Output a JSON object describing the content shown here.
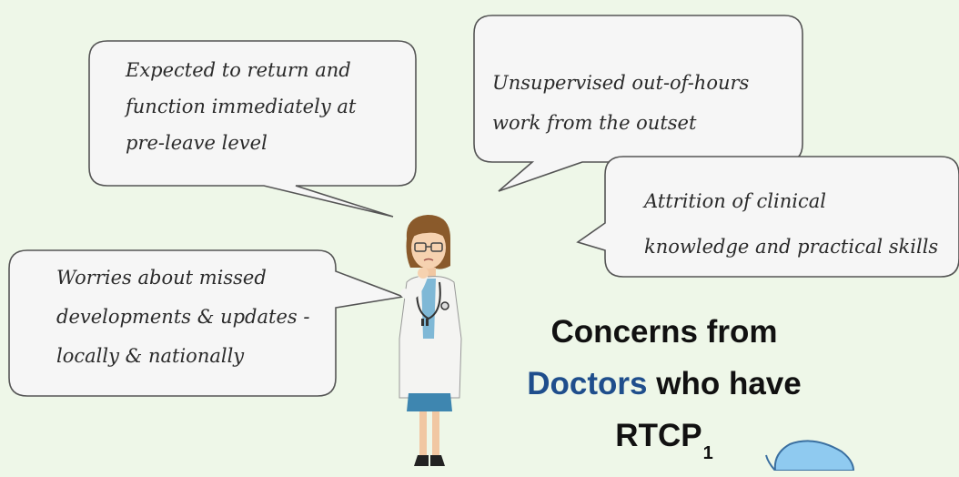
{
  "bubbles": {
    "expected": "Expected to return and\nfunction immediately at\npre-leave level",
    "unsupervised": "Unsupervised out-of-hours\nwork from the outset",
    "attrition": "Attrition of clinical\nknowledge and practical skills",
    "worries": "Worries about missed\ndevelopments & updates -\nlocally & nationally"
  },
  "headline": {
    "line1": "Concerns from",
    "accent": "Doctors",
    "line2_rest": " who have",
    "line3": "RTCP",
    "subscript": "1"
  },
  "colors": {
    "background": "#eef7e8",
    "bubble_fill": "#f6f6f6",
    "bubble_stroke": "#555555",
    "accent": "#1f4e8c"
  },
  "icons": {
    "figure": "thinking-doctor-figure",
    "corner": "blue-fish-mascot"
  }
}
